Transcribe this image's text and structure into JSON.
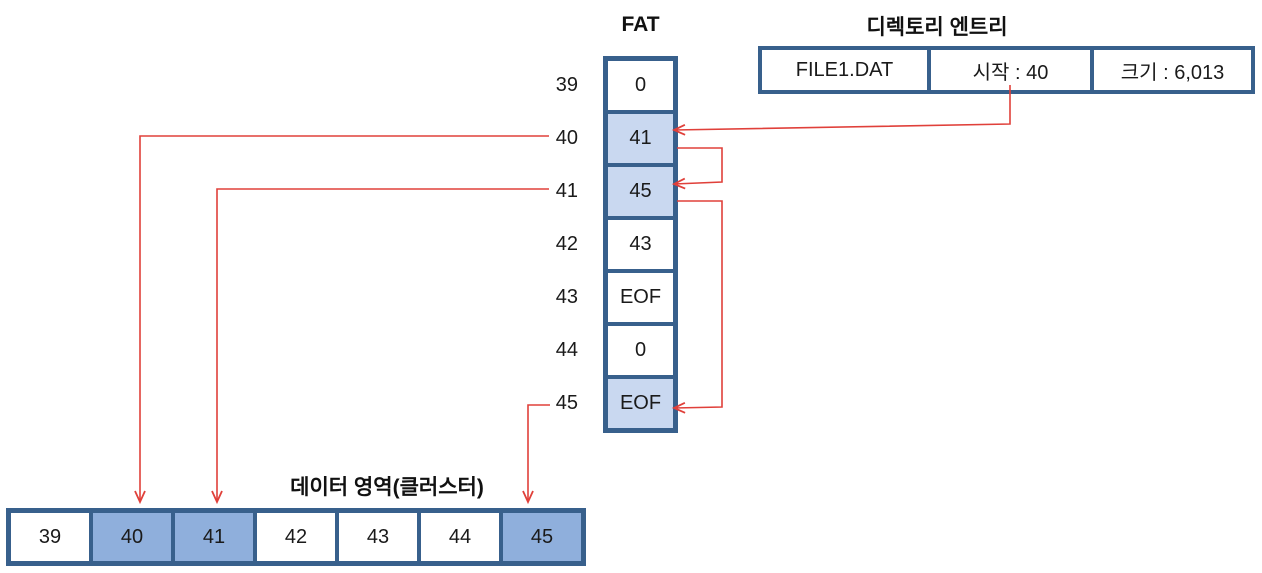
{
  "diagram": {
    "fat": {
      "title": "FAT",
      "rows": [
        {
          "index": "39",
          "value": "0",
          "highlighted": false
        },
        {
          "index": "40",
          "value": "41",
          "highlighted": true
        },
        {
          "index": "41",
          "value": "45",
          "highlighted": true
        },
        {
          "index": "42",
          "value": "43",
          "highlighted": false
        },
        {
          "index": "43",
          "value": "EOF",
          "highlighted": false
        },
        {
          "index": "44",
          "value": "0",
          "highlighted": false
        },
        {
          "index": "45",
          "value": "EOF",
          "highlighted": true
        }
      ]
    },
    "directory_entry": {
      "title": "디렉토리 엔트리",
      "cells": [
        {
          "label": "FILE1.DAT"
        },
        {
          "label": "시작 : 40"
        },
        {
          "label": "크기 : 6,013"
        }
      ]
    },
    "data_area": {
      "title": "데이터 영역(클러스터)",
      "cells": [
        {
          "label": "39",
          "highlighted": false
        },
        {
          "label": "40",
          "highlighted": true
        },
        {
          "label": "41",
          "highlighted": true
        },
        {
          "label": "42",
          "highlighted": false
        },
        {
          "label": "43",
          "highlighted": false
        },
        {
          "label": "44",
          "highlighted": false
        },
        {
          "label": "45",
          "highlighted": true
        }
      ]
    },
    "colors": {
      "box_border": "#38608C",
      "fat_highlight": "#C9D8F0",
      "data_highlight": "#8FAFDC",
      "arrow": "#E0403A"
    }
  }
}
